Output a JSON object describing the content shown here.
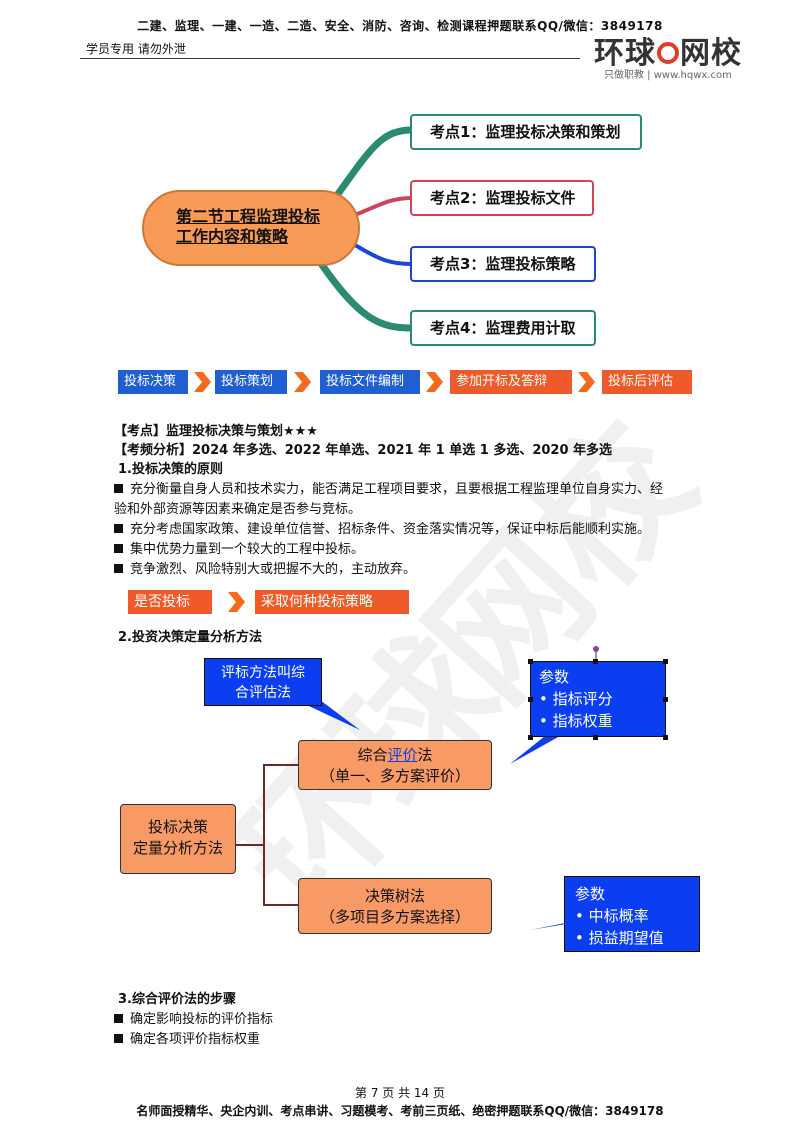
{
  "header": {
    "top_line": "二建、监理、一建、一造、二造、安全、消防、咨询、检测课程押题联系QQ/微信：3849178",
    "left_text": "学员专用 请勿外泄",
    "logo_text_1": "环球",
    "logo_text_2": "网校",
    "logo_sub": "只做职教 | www.hqwx.com"
  },
  "mindmap": {
    "center_line1": "第二节工程监理投标",
    "center_line2": "工作内容和策略",
    "branches": [
      "考点1：监理投标决策和策划",
      "考点2：监理投标文件",
      "考点3：监理投标策略",
      "考点4：监理费用计取"
    ]
  },
  "flow1": [
    "投标决策",
    "投标策划",
    "投标文件编制",
    "参加开标及答辩",
    "投标后评估"
  ],
  "section": {
    "kaodian": "【考点】监理投标决策与策划★★★",
    "kaopin": "【考频分析】2024 年多选、2022 年单选、2021 年 1 单选 1 多选、2020 年多选",
    "h1": "1.投标决策的原则",
    "bullets1": [
      "充分衡量自身人员和技术实力，能否满足工程项目要求，且要根据工程监理单位自身实力、经",
      "充分考虑国家政策、建设单位信誉、招标条件、资金落实情况等，保证中标后能顺利实施。",
      "集中优势力量到一个较大的工程中投标。",
      "竞争激烈、风险特别大或把握不大的，主动放弃。"
    ],
    "bullet1_cont": "验和外部资源等因素来确定是否参与竞标。",
    "flow2": [
      "是否投标",
      "采取何种投标策略"
    ],
    "h2": "2.投资决策定量分析方法",
    "h3": "3.综合评价法的步骤",
    "bullets3": [
      "确定影响投标的评价指标",
      "确定各项评价指标权重"
    ]
  },
  "diagram": {
    "callout": [
      "评标方法叫综",
      "合评估法"
    ],
    "left_box": [
      "投标决策",
      "定量分析方法"
    ],
    "top_box_pre": "综合",
    "top_box_link": "评价",
    "top_box_post": "法",
    "top_box_line2": "（单一、多方案评价）",
    "bottom_box": [
      "决策树法",
      "（多项目多方案选择）"
    ],
    "blue1_title": "参数",
    "blue1_items": [
      "指标评分",
      "指标权重"
    ],
    "blue2_title": "参数",
    "blue2_items": [
      "中标概率",
      "损益期望值"
    ]
  },
  "footer": {
    "page": "第 7 页 共 14 页",
    "line": "名师面授精华、央企内训、考点串讲、习题模考、考前三页纸、绝密押题联系QQ/微信：3849178"
  },
  "colors": {
    "flow_blue": "#1f5fd1",
    "flow_orange": "#ef5a2a",
    "arrow_orange": "#f26b1d",
    "box_orange": "#f79a66",
    "blue_box": "#0a3ef0"
  }
}
